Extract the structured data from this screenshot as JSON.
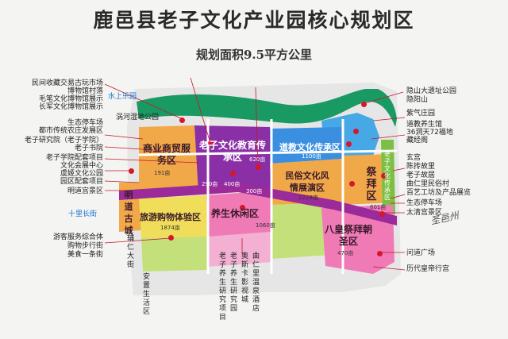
{
  "title": "鹿邑县老子文化产业园核心规划区",
  "subtitle": "规划面积9.5平方公里",
  "zones": {
    "commerce": "商业商贸服务区",
    "commerce_area": "191亩",
    "culture": "老子文化教育传承区",
    "culture_area1": "290亩",
    "culture_area2": "400亩",
    "culture_area3": "300亩",
    "culture_area4": "620亩",
    "taoism": "道教文化传承区",
    "taoism_area": "1100亩",
    "folk": "民俗文化风情展演区",
    "folk_area": "2228亩",
    "worship": "祭拜区",
    "worship_area": "601亩",
    "oldtown": "明道古城",
    "shopping": "旅游购物体验区",
    "shopping_area": "1874亩",
    "health": "养生休闲区",
    "health_area": "1060亩",
    "bahuang": "八皇祭拜朝圣区",
    "bahuang_area": "470亩",
    "rulin": "老子文化传承区"
  },
  "rivers": {
    "north": "水上乐园",
    "wetland": "涡河湿地公园",
    "ten_li": "十里长街"
  },
  "left_labels": [
    "民间收藏交易古玩市场",
    "博物馆村落",
    "毛笔文化博物馆展示",
    "长军文化博物馆展示",
    "生态停车场",
    "都市传统农庄发展区",
    "老子研究院（老子学院）",
    "老子书院",
    "老子学院配套项目",
    "文化会展中心",
    "虞姬文化公园",
    "园区配套项目",
    "明道宫景区",
    "游客服务综合体",
    "购物步行街",
    "美食一条街"
  ],
  "right_labels": [
    "隐山大遗址公园",
    "隐阳山",
    "紫气庄园",
    "道教养生馆",
    "36洞天72福地",
    "藏经阁",
    "玄宫",
    "陈抟故里",
    "老子故居",
    "曲仁里民俗村",
    "百艺工坊及产品展览",
    "生态停车场",
    "太清宫景区",
    "问道广场",
    "历代皇帝行宫"
  ],
  "bottom_labels": {
    "fucheng": "辅仁大街",
    "anzhi": "安置生活区",
    "laozi_yangsheng": "老子养生研究项目",
    "laozi_shengsheng": "老子养生研究园",
    "sisha": "奥斯卡影视城",
    "quren": "曲仁里温泉酒店"
  },
  "signature": "圣邑州"
}
